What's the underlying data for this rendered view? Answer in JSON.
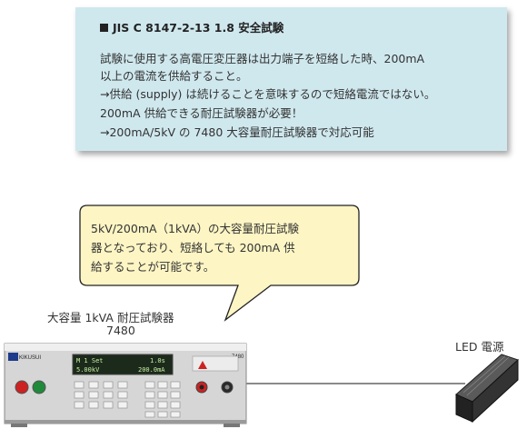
{
  "info_box": {
    "title": "JIS C 8147-2-13 1.8 安全試験",
    "lines": [
      "試験に使用する高電圧変圧器は出力端子を短絡した時、200mA",
      "以上の電流を供給すること。",
      "→供給 (supply) は続けることを意味するので短絡電流ではない。",
      "200mA 供給できる耐圧試験器が必要！",
      "→200mA/5kV の 7480 大容量耐圧試験器で対応可能"
    ]
  },
  "callout": {
    "lines": [
      "5kV/200mA（1kVA）の大容量耐圧試験",
      "器となっており、短絡しても 200mA 供",
      "給することが可能です。"
    ]
  },
  "device": {
    "label_line1": "大容量 1kVA 耐圧試験器",
    "label_line2": "7480",
    "brand": "KIKUSUI",
    "model": "7480",
    "lcd_line1_left": "M 1 Set",
    "lcd_line1_right": "1.0s",
    "lcd_line2_left": "5.00kV",
    "lcd_line2_right": "200.0mA"
  },
  "load": {
    "label": "LED 電源"
  },
  "colors": {
    "info_bg": "#cfe8ee",
    "callout_bg": "#fdf5c4",
    "lcd_bg": "#1c2a1c",
    "lcd_text": "#c8f0a0"
  }
}
